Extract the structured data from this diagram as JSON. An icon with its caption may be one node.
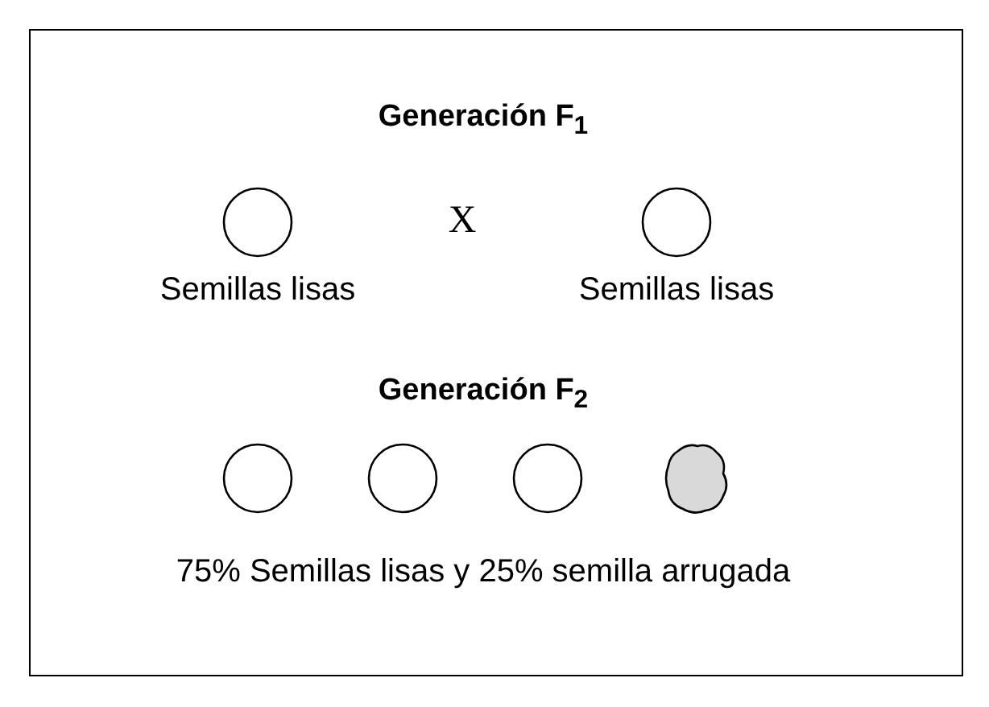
{
  "diagram": {
    "nodes": [
      {
        "text": [],
        "shape": "circle",
        "beside": [
          "Semillas lisas"
        ]
      },
      {
        "text": [],
        "shape": "circle",
        "beside": [
          "Semillas lisas"
        ]
      },
      {
        "text": [],
        "shape": "circle"
      },
      {
        "text": [],
        "shape": "circle"
      },
      {
        "text": [],
        "shape": "circle"
      },
      {
        "text": [],
        "shape": "blob"
      }
    ],
    "edges": [],
    "labels": [
      "Generación F$_{1}$",
      "X",
      "Generación F$_{2}$",
      "75% Semillas lisas y 25% semilla arrugada"
    ]
  }
}
